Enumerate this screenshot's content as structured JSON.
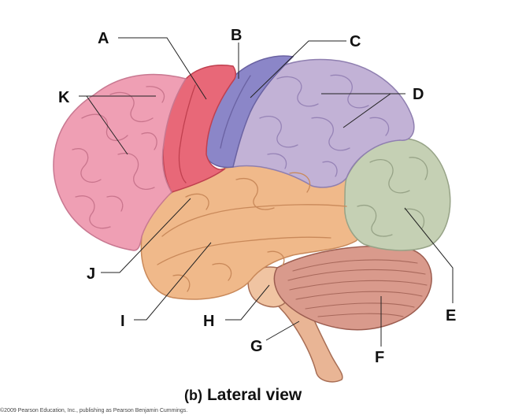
{
  "figure": {
    "part_label": "(b)",
    "view_title": "Lateral view",
    "copyright": "©2009 Pearson Education, Inc., publishing as Pearson Benjamin Cummings."
  },
  "labels": {
    "A": "A",
    "B": "B",
    "C": "C",
    "D": "D",
    "E": "E",
    "F": "F",
    "G": "G",
    "H": "H",
    "I": "I",
    "J": "J",
    "K": "K"
  },
  "colors": {
    "frontal": "#ef9fb4",
    "precentral": "#e86878",
    "postcentral": "#8b86c8",
    "parietal": "#c2b2d6",
    "occipital": "#c5d0b4",
    "temporal": "#f0b98a",
    "cerebellum": "#d99a8c",
    "brainstem": "#e9b595"
  }
}
